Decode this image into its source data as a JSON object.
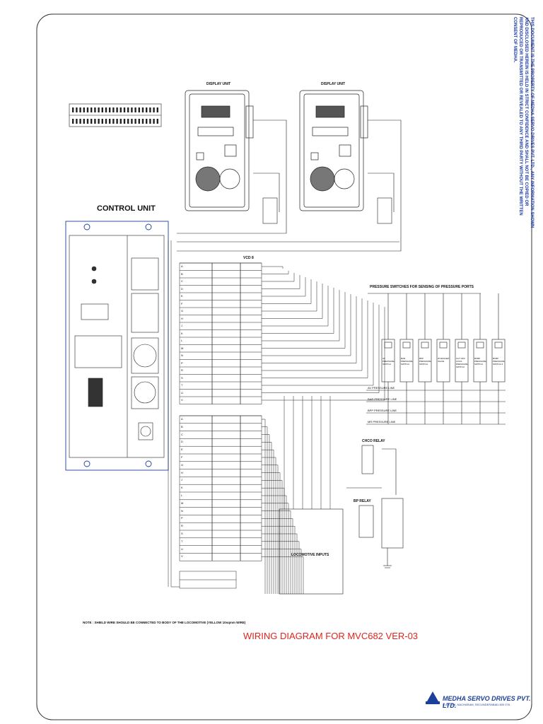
{
  "diagram": {
    "title": "WIRING DIAGRAM FOR MVC682 VER-03",
    "control_unit_label": "CONTROL UNIT",
    "display_unit_label": "DISPLAY UNIT",
    "vcd_label": "VCD 8",
    "loco_inputs_label": "LOCOMOTIVE INPUTS",
    "pressure_switches_label": "PRESSURE SWITCHES FOR SENSING OF PRESSURE PORTS",
    "note": "NOTE : SHIELD WIRE SHOULD BE CONNECTED TO BODY OF THE LOCOMOTIVE (YELLOW 10sqmm WIRE)",
    "company": "MEDHA SERVO DRIVES PVT. LTD.",
    "company_address": "P-4/5, IDA, NACHARAM, SECUNDERABAD-500 076.",
    "copyright_notice": "THIS DOCUMENT IS THE PROPERTY OF MEDHA SERVO DRIVES PVT. LTD., ANY INFORMATION SHOWN AND DISCLOSED HEREIN IS HELD IN STRICT CONFIDENCE AND SHALL NOT BE COPIED OR REPRODUCED OR TRANSMITTED OR REVEALED TO ANY THIRD PARTY WITHOUT THE WRITTEN CONSENT OF MEDHA."
  },
  "connector_letters_1": [
    "A",
    "B",
    "C",
    "D",
    "E",
    "F",
    "G",
    "H",
    "J",
    "K",
    "L",
    "M",
    "N",
    "P",
    "R",
    "S",
    "T",
    "U",
    "V"
  ],
  "connector_letters_2": [
    "A",
    "B",
    "C",
    "D",
    "E",
    "F",
    "G",
    "H",
    "J",
    "K",
    "L",
    "M",
    "N",
    "P",
    "R",
    "S",
    "T",
    "U",
    "V"
  ],
  "pressure_switches": [
    {
      "label": "AV PRESSURE SWITCH"
    },
    {
      "label": "BAR PRESSURE SWITCH"
    },
    {
      "label": "BPP PRESSURE SWITCH"
    },
    {
      "label": "IP MAGNET VALVE"
    },
    {
      "label": "CUT OFF COCK PRESSURE SWITCH"
    },
    {
      "label": "BCBP PRESSURE SWITCH"
    },
    {
      "label": "BCBP PRESSURE SWITCH 2"
    }
  ],
  "pressure_lines": [
    "AV PRESSURE LINE",
    "BAR PRESSURE LINE",
    "BPP PRESSURE LINE",
    "MR PRESSURE LINE"
  ],
  "relays": [
    "CHCO RELAY",
    "BP RELAY"
  ],
  "colors": {
    "title": "#e0241d",
    "company": "#1d3f9a",
    "lines": "#111111",
    "border": "#333333"
  }
}
